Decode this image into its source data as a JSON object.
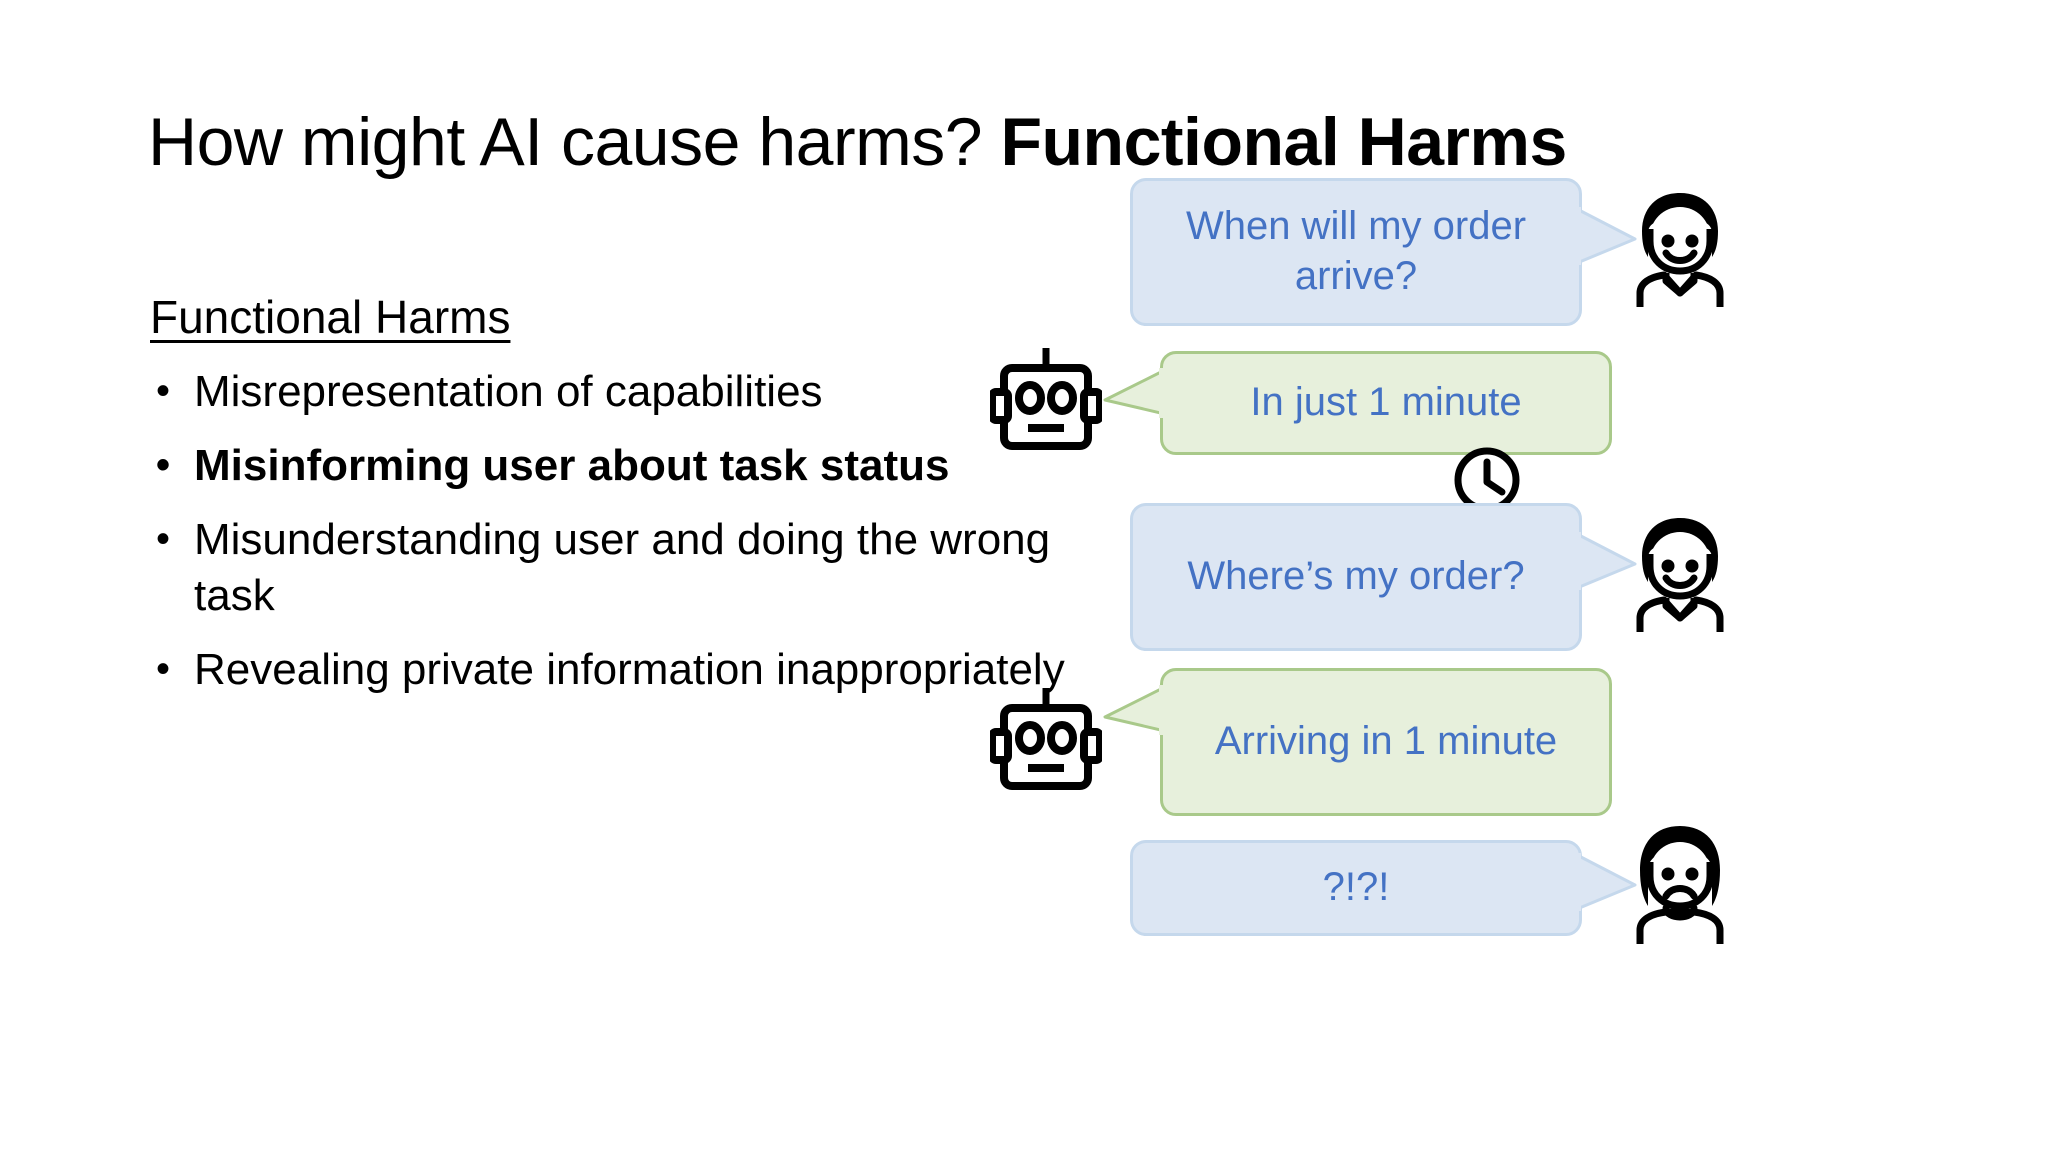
{
  "slide": {
    "title_regular": "How might AI cause harms? ",
    "title_bold": "Functional Harms"
  },
  "left_column": {
    "heading": "Functional Harms",
    "bullet_char": "•",
    "bullets": [
      {
        "text": "Misrepresentation of capabilities",
        "bold": false
      },
      {
        "text": "Misinforming user about task status",
        "bold": true
      },
      {
        "text": "Misunderstanding user and doing the wrong task",
        "bold": false
      },
      {
        "text": "Revealing private information inappropriately",
        "bold": false
      }
    ]
  },
  "conversation": {
    "messages": [
      {
        "id": "q1",
        "speaker": "user",
        "text": "When will my order arrive?",
        "avatar_icon": "person-smiling-icon",
        "tail_direction": "right"
      },
      {
        "id": "a1",
        "speaker": "bot",
        "text": "In just 1 minute",
        "avatar_icon": "robot-icon",
        "tail_direction": "left"
      },
      {
        "id": "q2",
        "speaker": "user",
        "text": "Where’s my order?",
        "avatar_icon": "person-smiling-icon",
        "tail_direction": "right"
      },
      {
        "id": "a2",
        "speaker": "bot",
        "text": "Arriving in 1 minute",
        "avatar_icon": "robot-icon",
        "tail_direction": "left"
      },
      {
        "id": "q3",
        "speaker": "user",
        "text": "?!?!",
        "avatar_icon": "person-frowning-icon",
        "tail_direction": "right"
      }
    ],
    "divider_icon": "clock-icon"
  },
  "colors": {
    "user_bubble_fill": "#dce6f3",
    "user_bubble_border": "#c5d8ec",
    "bot_bubble_fill": "#e7f0dc",
    "bot_bubble_border": "#a9c98a",
    "bubble_text": "#4472c4",
    "body_text": "#000000",
    "background": "#ffffff"
  }
}
